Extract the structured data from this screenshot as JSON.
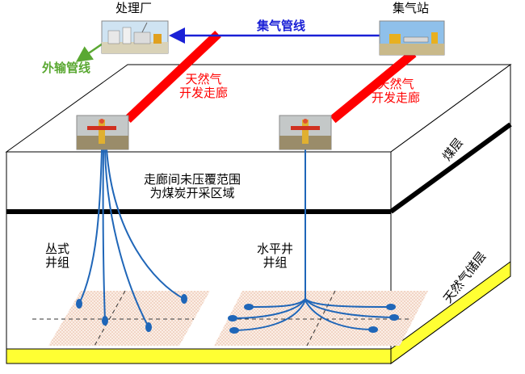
{
  "labels": {
    "processing_plant": "处理厂",
    "gathering_station": "集气站",
    "gathering_pipeline": "集气管线",
    "export_pipeline": "外输管线",
    "gas_corridor_left_1": "天然气",
    "gas_corridor_left_2": "开发走廊",
    "gas_corridor_right_1": "天然气",
    "gas_corridor_right_2": "开发走廊",
    "coal_note_1": "走廊间未压覆范围",
    "coal_note_2": "为煤炭开采区域",
    "coal_seam": "煤层",
    "cluster_well_1": "丛式",
    "cluster_well_2": "井组",
    "horizontal_well_1": "水平井",
    "horizontal_well_2": "井组",
    "gas_reservoir": "天然气储层"
  },
  "colors": {
    "corridor_red": "#ff0000",
    "pipeline_blue": "#1a20d6",
    "export_green": "#5aa832",
    "well_blue": "#1f66b8",
    "reservoir_yellow": "#ffff33",
    "coal_black": "#000000",
    "reservoir_zone_fill": "#f6d9c8"
  },
  "icons": [
    "processing-plant-photo",
    "gathering-station-photo",
    "wellhead-photo"
  ]
}
